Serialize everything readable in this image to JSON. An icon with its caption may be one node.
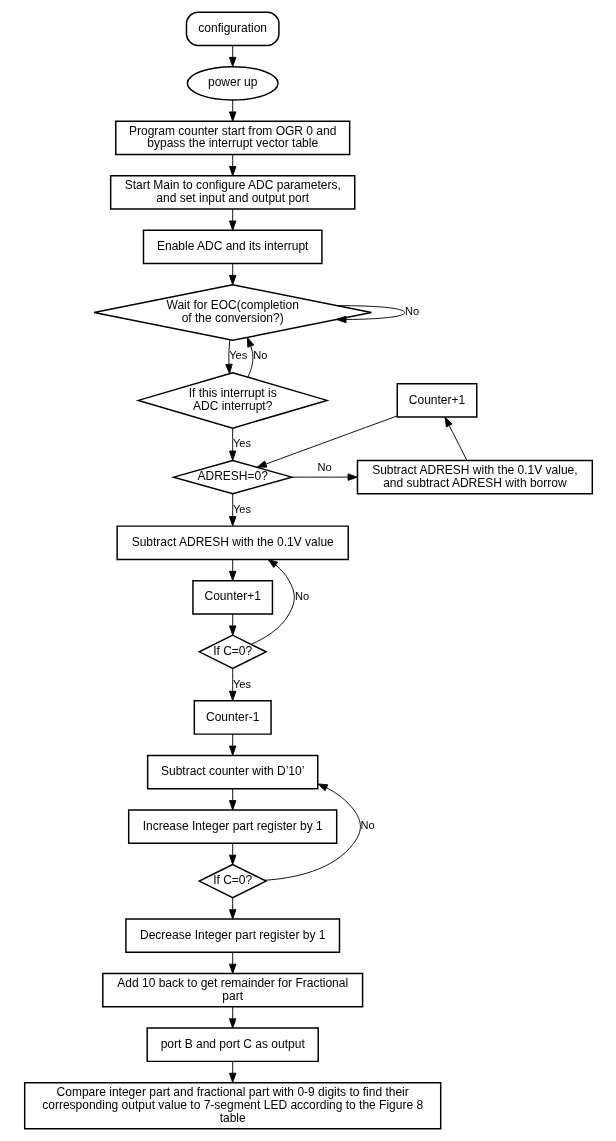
{
  "diagram": {
    "nodes": [
      {
        "text": [
          "configuration"
        ]
      },
      {
        "text": [
          "power up"
        ]
      },
      {
        "text": [
          "Program counter start from OGR 0 and bypass the interrupt vector table"
        ]
      },
      {
        "text": [
          "Start Main to configure ADC parameters, and set input and output port"
        ]
      },
      {
        "text": [
          "Enable ADC and its interrupt"
        ]
      },
      {
        "text": [
          "Wait for EOC(completion of the conversion?)"
        ]
      },
      {
        "text": [
          "If this interrupt is ADC interrupt?"
        ]
      },
      {
        "text": [
          "ADRESH=0?"
        ]
      },
      {
        "text": [
          "Counter+1"
        ]
      },
      {
        "text": [
          "Subtract ADRESH with the 0.1V value, and subtract ADRESH with borrow"
        ]
      },
      {
        "text": [
          "Subtract ADRESH with the 0.1V value"
        ]
      },
      {
        "text": [
          "Counter+1"
        ]
      },
      {
        "text": [
          "If C=0?"
        ]
      },
      {
        "text": [
          "Counter-1"
        ]
      },
      {
        "text": [
          "Subtract counter with D’10’"
        ]
      },
      {
        "text": [
          "Increase Integer part register by 1"
        ]
      },
      {
        "text": [
          "If C=0?"
        ]
      },
      {
        "text": [
          "Decrease Integer part register by 1"
        ]
      },
      {
        "text": [
          "Add 10 back to get remainder for Fractional part"
        ]
      },
      {
        "text": [
          "port B and port C as output"
        ]
      },
      {
        "text": [
          "Compare integer part and fractional part with 0-9 digits to find their corresponding output value to 7-segment LED according to the Figure 8 table"
        ]
      }
    ],
    "edges": [
      {
        "from": 0,
        "to": 1,
        "arrow": "to"
      },
      {
        "from": 1,
        "to": 2,
        "arrow": "to"
      },
      {
        "from": 2,
        "to": 3,
        "arrow": "to"
      },
      {
        "from": 3,
        "to": 4,
        "arrow": "to"
      },
      {
        "from": 4,
        "to": 5,
        "arrow": "to"
      },
      {
        "from": 5,
        "to": 5,
        "arrow": "to",
        "label": "No"
      },
      {
        "from": 5,
        "to": 6,
        "arrow": "to",
        "label": "Yes"
      },
      {
        "from": 6,
        "to": 5,
        "arrow": "to",
        "label": "No"
      },
      {
        "from": 6,
        "to": 7,
        "arrow": "to",
        "label": "Yes"
      },
      {
        "from": 7,
        "to": 9,
        "arrow": "to",
        "label": "No"
      },
      {
        "from": 9,
        "to": 8,
        "arrow": "to"
      },
      {
        "from": 8,
        "to": 7,
        "arrow": "to"
      },
      {
        "from": 7,
        "to": 10,
        "arrow": "to",
        "label": "Yes"
      },
      {
        "from": 10,
        "to": 11,
        "arrow": "to"
      },
      {
        "from": 11,
        "to": 12,
        "arrow": "to"
      },
      {
        "from": 12,
        "to": 10,
        "arrow": "to",
        "label": "No"
      },
      {
        "from": 12,
        "to": 13,
        "arrow": "to",
        "label": "Yes"
      },
      {
        "from": 13,
        "to": 14,
        "arrow": "to"
      },
      {
        "from": 14,
        "to": 15,
        "arrow": "to"
      },
      {
        "from": 15,
        "to": 16,
        "arrow": "to"
      },
      {
        "from": 16,
        "to": 14,
        "arrow": "to",
        "label": "No"
      },
      {
        "from": 16,
        "to": 17,
        "arrow": "to"
      },
      {
        "from": 17,
        "to": 18,
        "arrow": "to"
      },
      {
        "from": 18,
        "to": 19,
        "arrow": "to"
      },
      {
        "from": 19,
        "to": 20,
        "arrow": "to"
      }
    ]
  }
}
